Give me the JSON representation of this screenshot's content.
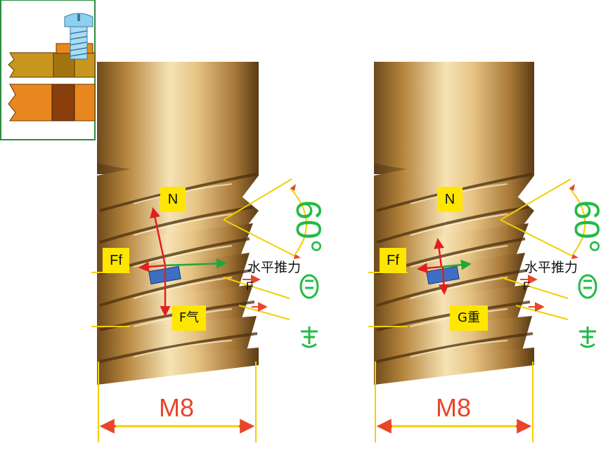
{
  "colors": {
    "brass_light": "#f1d9a4",
    "brass_mid": "#c99a4e",
    "brass_dark": "#6e4a1c",
    "force_red": "#e02020",
    "force_green": "#1fa83a",
    "label_yellow": "#ffe600",
    "dimension_orange": "#e8452a",
    "angle_green": "#22bb44",
    "block_blue": "#3d6fc4",
    "thumb_border": "#2e8b3e"
  },
  "panels": [
    {
      "normal_label": "N",
      "friction_label": "Ff",
      "push_label": "水平推力",
      "force_label": "F",
      "down_label": "F气",
      "size_label": "M8",
      "angle_label": "60°"
    },
    {
      "normal_label": "N",
      "friction_label": "Ff",
      "push_label": "水平推力",
      "force_label": "F",
      "down_label": "G重",
      "size_label": "M8",
      "angle_label": "60°"
    }
  ]
}
